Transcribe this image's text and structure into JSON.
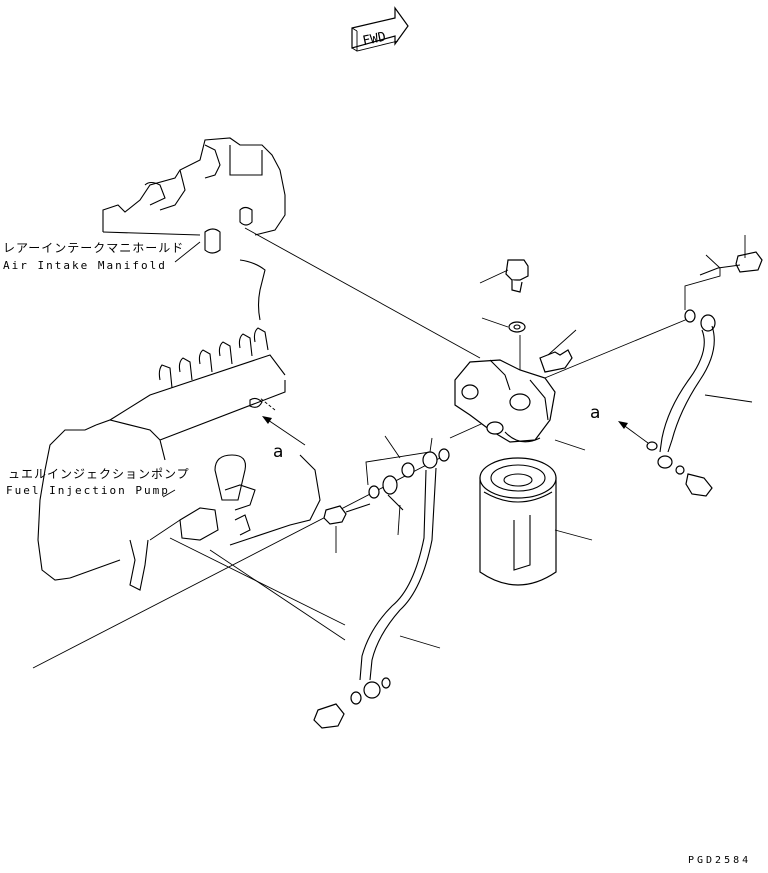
{
  "direction_arrow": {
    "label": "FWD"
  },
  "labels": {
    "air_intake_manifold_jp": "レアーインテークマニホールド",
    "air_intake_manifold_en": "Air Intake Manifold",
    "fuel_injection_pump_jp": "ュエルインジェクションポンプ",
    "fuel_injection_pump_en": "Fuel Injection Pump"
  },
  "callouts": {
    "a_left": "a",
    "a_right": "a"
  },
  "drawing_code": "PGD2584"
}
